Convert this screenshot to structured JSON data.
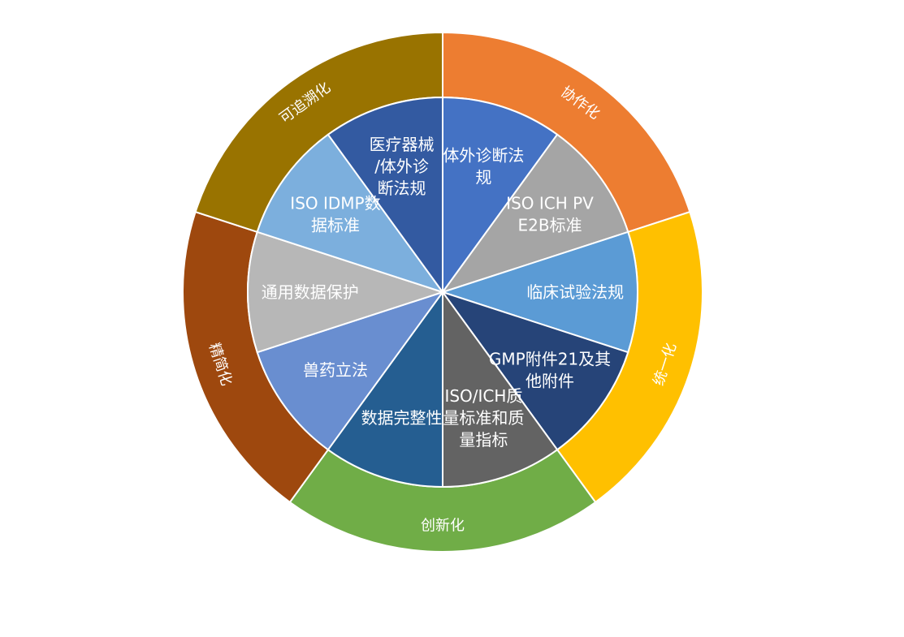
{
  "chart_data": {
    "type": "pie",
    "title": "",
    "inner_ring": {
      "slices": [
        {
          "label": "体外诊断法规",
          "value": 1,
          "color": "#4472C4"
        },
        {
          "label": "ISO ICH PV E2B标准",
          "value": 1,
          "color": "#A5A5A5"
        },
        {
          "label": "临床试验法规",
          "value": 1,
          "color": "#5B9BD5"
        },
        {
          "label": "GMP附件21及其他附件",
          "value": 1,
          "color": "#264478"
        },
        {
          "label": "ISO/ICH质量标准和质量指标",
          "value": 1,
          "color": "#636363"
        },
        {
          "label": "数据完整性",
          "value": 1,
          "color": "#255E91"
        },
        {
          "label": "兽药立法",
          "value": 1,
          "color": "#698ED0"
        },
        {
          "label": "通用数据保护",
          "value": 1,
          "color": "#B7B7B7"
        },
        {
          "label": "ISO IDMP数据标准",
          "value": 1,
          "color": "#7CAFDD"
        },
        {
          "label": "医疗器械/体外诊断法规",
          "value": 1,
          "color": "#335AA1"
        }
      ]
    },
    "outer_ring": {
      "slices": [
        {
          "label": "协作化",
          "value": 2,
          "color": "#ED7D31"
        },
        {
          "label": "统一化",
          "value": 2,
          "color": "#FFC000"
        },
        {
          "label": "创新化",
          "value": 2,
          "color": "#70AD47"
        },
        {
          "label": "精简化",
          "value": 2,
          "color": "#9E480E"
        },
        {
          "label": "可追溯化",
          "value": 2,
          "color": "#997300"
        }
      ]
    }
  },
  "inner_label_lines": [
    [
      "体外诊断法",
      "规"
    ],
    [
      "ISO ICH PV",
      "E2B标准"
    ],
    [
      "临床试验法规"
    ],
    [
      "GMP附件21及其",
      "他附件"
    ],
    [
      "ISO/ICH质",
      "量标准和质",
      "量指标"
    ],
    [
      "数据完整性"
    ],
    [
      "兽药立法"
    ],
    [
      "通用数据保护"
    ],
    [
      "ISO IDMP数",
      "据标准"
    ],
    [
      "医疗器械",
      "/体外诊",
      "断法规"
    ]
  ]
}
